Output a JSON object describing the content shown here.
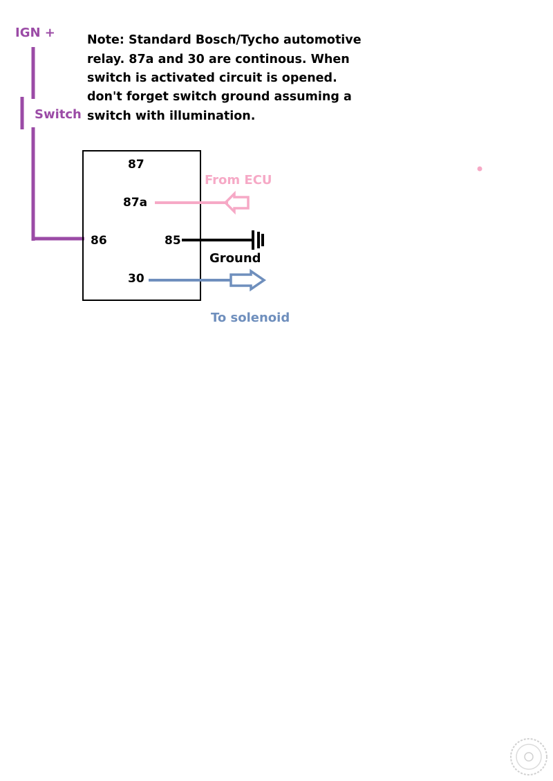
{
  "colors": {
    "ign": "#9b4ba6",
    "ecu": "#f6a9c6",
    "solenoid": "#6f8fbd",
    "ground": "#000000",
    "stray_dot": "#f6a9c6"
  },
  "labels": {
    "ign": "IGN +",
    "switch": "Switch",
    "from_ecu": "From ECU",
    "ground": "Ground",
    "to_solenoid": "To solenoid"
  },
  "note": {
    "lines": [
      "Note: Standard Bosch/Tycho automotive",
      "relay. 87a and 30 are continous. When",
      "switch is activated circuit is opened.",
      "don't forget switch ground assuming a",
      "switch with illumination."
    ]
  },
  "relay": {
    "pins": {
      "p87": "87",
      "p87a": "87a",
      "p86": "86",
      "p85": "85",
      "p30": "30"
    }
  },
  "watermark": {
    "icon": "seal-watermark-icon"
  }
}
